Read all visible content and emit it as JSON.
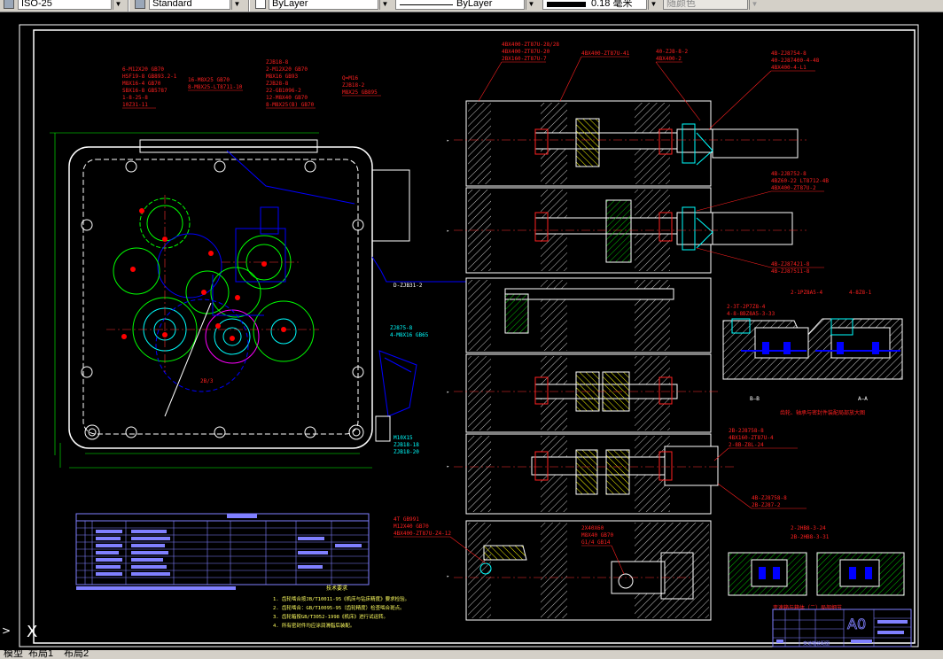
{
  "toolbar": {
    "dim_style": "ISO-25",
    "text_style": "Standard",
    "layer_color": "ByLayer",
    "linetype": "ByLayer",
    "lineweight": "0.18 毫米",
    "plot_style": "随颜色"
  },
  "drawing": {
    "left_labels": {
      "a": [
        "6-M12X20 GB70",
        "HSF19-8 GB893.2-1",
        "M8X16-4 GB70",
        "SBX16-8 GB5787",
        "1-8-25-8",
        "10Z31-11"
      ],
      "b": [
        "ZJB18-8",
        "2-M12X20 GB70",
        "M8X16 GB93",
        "ZJB28-8",
        "22-GB1096-2",
        "12-M8X40 GB70",
        "8-M8X25(B) GB70"
      ],
      "c": [
        "16-M8X25 GB70",
        "8-M8X25-LT8711-10"
      ],
      "d": [
        "Q=M16",
        "ZJB18-2",
        "M8X25 GB895"
      ],
      "right_note": "D-ZJB31-2",
      "lower_a": [
        "ZJ875-8",
        "4-M8X16 GB65"
      ],
      "lower_b": [
        "M10X15",
        "ZJB18-18",
        "ZJB18-20"
      ],
      "center_num": "2B/3"
    },
    "right_labels": {
      "top_a": [
        "4BX400-ZT87U-28/28",
        "4BX400-ZT87U-20",
        "2BX160-ZT87U-7"
      ],
      "top_b": "4BX400-ZT87U-41",
      "top_c": [
        "40-ZJ8-8-2",
        "4BX400-2"
      ],
      "top_d": [
        "4B-ZJ8754-8",
        "40-2J87400-4-48",
        "4BX400-4-L1"
      ],
      "mid_a": [
        "4B-2JB752-8",
        "4BZ60-22 LT8712-4B",
        "4BX400-ZT87U-2"
      ],
      "mid_b": [
        "4B-ZJ87421-8",
        "4B-ZJ87511-8"
      ],
      "sec_a": [
        "2-3T-2P7Z8-4",
        "4-8-8BZ8A5-3-33"
      ],
      "sec_b": "2-1PZ8A5-4",
      "sec_c": "4-8Z8-1",
      "sec_view": [
        "B—B",
        "A—A"
      ],
      "sec_caption": "齿轮、轴承与密封件装配局部放大图",
      "lower_a": [
        "2B-2J8758-8",
        "4BX160-ZT87U-4",
        "2-8B-Z8L-24"
      ],
      "lower_b": [
        "4B-ZJ8758-8",
        "2B-ZJ87-2"
      ],
      "bot_a": [
        "2-2HB8-3-24",
        "2B-2HB8-3-31"
      ],
      "bot_left": [
        "4T GB991",
        "M12X40 GB70",
        "4BX400-ZT87U-Z4-12"
      ],
      "bot_center": [
        "2X40X60",
        "M8X40 GB70",
        "G1/4 GB14"
      ],
      "detail_caption": "变速箱与箱体（二）局部细节"
    },
    "tech_notes": {
      "title": "技术要求",
      "items": [
        "1. 齿轮啮合按JB/T10011-95《机床与钻床精度》要求检验。",
        "2. 齿轮啮合：GB/T10095-95（齿轮精度）检查啮合斑点。",
        "3. 齿轮箱按GB/T3052-1998《机床》进行试运转。",
        "4. 所有密封件均应涂润滑脂后装配。"
      ]
    },
    "title_block": {
      "size": "A0",
      "name": "变速箱装配图"
    }
  },
  "layout_tabs": [
    "模型",
    "布局1",
    "布局2"
  ]
}
